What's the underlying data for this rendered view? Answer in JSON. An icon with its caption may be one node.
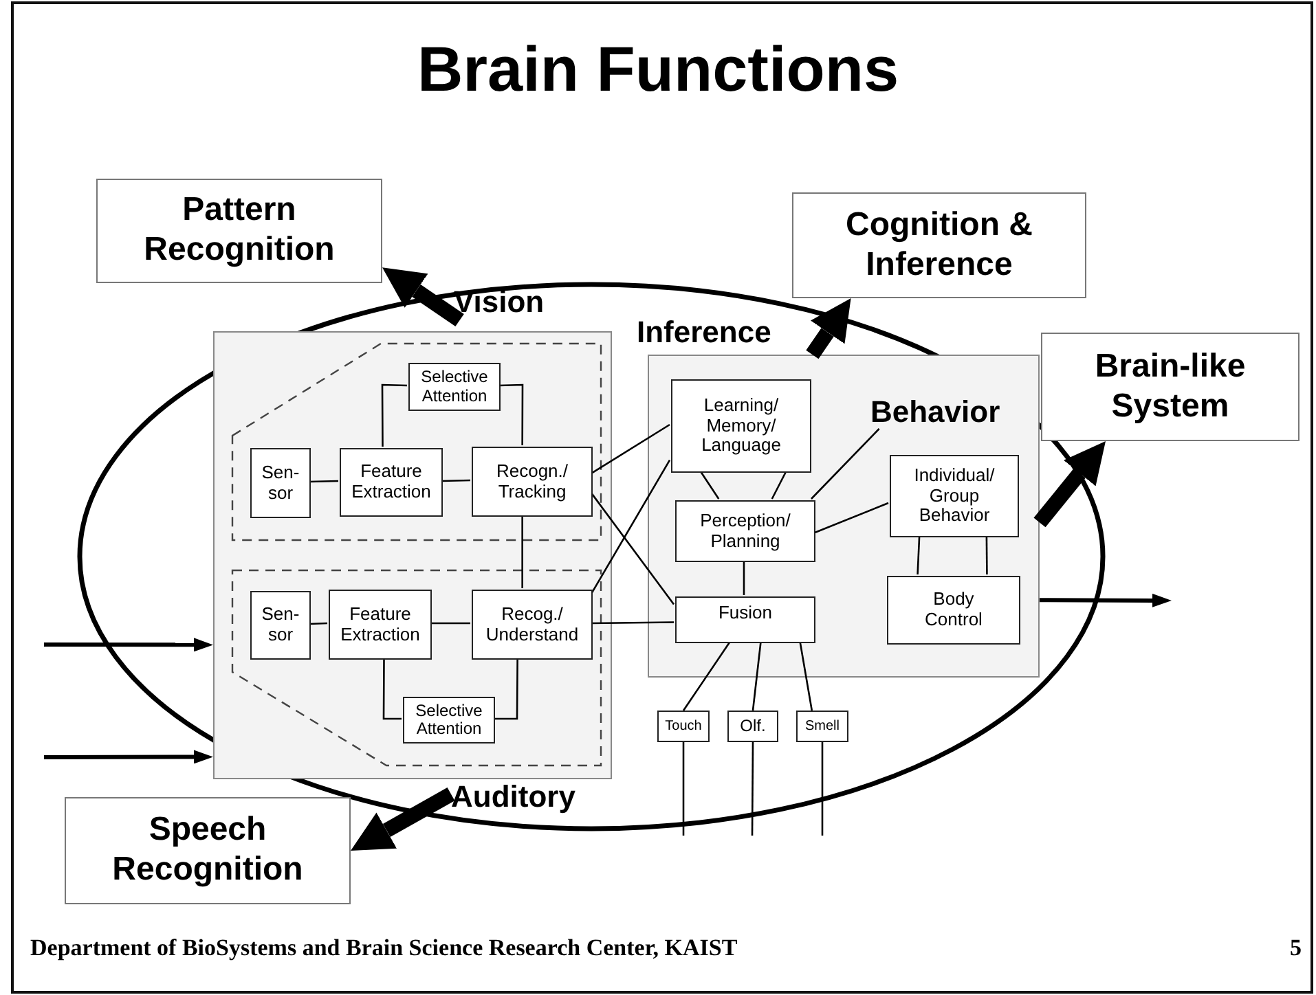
{
  "diagram": {
    "title": "Brain Functions",
    "nodes": [
      {
        "text": [
          "Pattern Recognition"
        ]
      },
      {
        "text": [
          "Cognition & Inference"
        ]
      },
      {
        "text": [
          "Brain-like System"
        ]
      },
      {
        "text": [
          "Vision"
        ]
      },
      {
        "text": [],
        "shape": "box"
      },
      {
        "text": [],
        "shape": "box",
        "in": 4
      },
      {
        "text": [
          "Selective Attention"
        ],
        "in": 5
      },
      {
        "text": [
          "Sen- sor"
        ],
        "in": 5
      },
      {
        "text": [
          "Feature Extraction"
        ],
        "in": 5
      },
      {
        "text": [
          "Recogn./ Tracking"
        ],
        "in": 5
      },
      {
        "text": [],
        "shape": "box",
        "in": 4
      },
      {
        "text": [
          "Sen- sor"
        ],
        "in": 10
      },
      {
        "text": [
          "Feature Extraction"
        ],
        "in": 10
      },
      {
        "text": [
          "Recog./ Understand"
        ],
        "in": 10
      },
      {
        "text": [
          "Selective Attention"
        ],
        "in": 10
      },
      {
        "text": [
          "Auditory"
        ]
      },
      {
        "text": [
          "Inference"
        ]
      },
      {
        "text": [
          "Learning/ Memory/ Language"
        ],
        "in": 16
      },
      {
        "text": [
          "Behavior"
        ],
        "in": 16
      },
      {
        "text": [
          "Perception/ Planning"
        ],
        "in": 16
      },
      {
        "text": [
          "Individual/ Group Behavior"
        ],
        "in": 16
      },
      {
        "text": [
          "Fusion"
        ],
        "in": 16
      },
      {
        "text": [
          "Body Control"
        ],
        "in": 16
      },
      {
        "text": [
          "Touch"
        ]
      },
      {
        "text": [
          "Olf."
        ]
      },
      {
        "text": [
          "Smell"
        ]
      },
      {
        "text": [
          "Speech Recognition"
        ]
      }
    ],
    "edges": [
      {
        "from": 3,
        "to": 0,
        "arrow": "to",
        "style": "thick"
      },
      {
        "from": 16,
        "to": 1,
        "arrow": "to",
        "style": "thick"
      },
      {
        "from": 16,
        "to": 2,
        "arrow": "to",
        "style": "thick"
      },
      {
        "from": 15,
        "to": 26,
        "arrow": "to",
        "style": "thick"
      },
      {
        "from": null,
        "to": 4,
        "arrow": "to",
        "style": "thick"
      },
      {
        "from": null,
        "to": 4,
        "arrow": "to",
        "style": "thick"
      },
      {
        "from": 16,
        "to": null,
        "arrow": "to",
        "style": "thick"
      },
      {
        "from": 7,
        "to": 8,
        "arrow": "none"
      },
      {
        "from": 8,
        "to": 9,
        "arrow": "none"
      },
      {
        "from": 8,
        "to": 6,
        "arrow": "none"
      },
      {
        "from": 6,
        "to": 9,
        "arrow": "none"
      },
      {
        "from": 9,
        "to": 13,
        "arrow": "none"
      },
      {
        "from": 11,
        "to": 12,
        "arrow": "none"
      },
      {
        "from": 12,
        "to": 13,
        "arrow": "none"
      },
      {
        "from": 12,
        "to": 14,
        "arrow": "none"
      },
      {
        "from": 14,
        "to": 13,
        "arrow": "none"
      },
      {
        "from": 9,
        "to": 17,
        "arrow": "none"
      },
      {
        "from": 9,
        "to": 21,
        "arrow": "none"
      },
      {
        "from": 13,
        "to": 17,
        "arrow": "none"
      },
      {
        "from": 13,
        "to": 21,
        "arrow": "none"
      },
      {
        "from": 17,
        "to": 19,
        "arrow": "none"
      },
      {
        "from": 17,
        "to": 19,
        "arrow": "none"
      },
      {
        "from": 18,
        "to": 19,
        "arrow": "none"
      },
      {
        "from": 19,
        "to": 20,
        "arrow": "none"
      },
      {
        "from": 19,
        "to": 21,
        "arrow": "none"
      },
      {
        "from": 20,
        "to": 22,
        "arrow": "none"
      },
      {
        "from": 20,
        "to": 22,
        "arrow": "none"
      },
      {
        "from": 21,
        "to": 23,
        "arrow": "none"
      },
      {
        "from": 21,
        "to": 24,
        "arrow": "none"
      },
      {
        "from": 21,
        "to": 25,
        "arrow": "none"
      },
      {
        "from": 23,
        "to": null,
        "arrow": "none"
      },
      {
        "from": 24,
        "to": null,
        "arrow": "none"
      },
      {
        "from": 25,
        "to": null,
        "arrow": "none"
      }
    ],
    "labels": [
      "Department of BioSystems and Brain Science Research Center, KAIST",
      "5"
    ]
  }
}
